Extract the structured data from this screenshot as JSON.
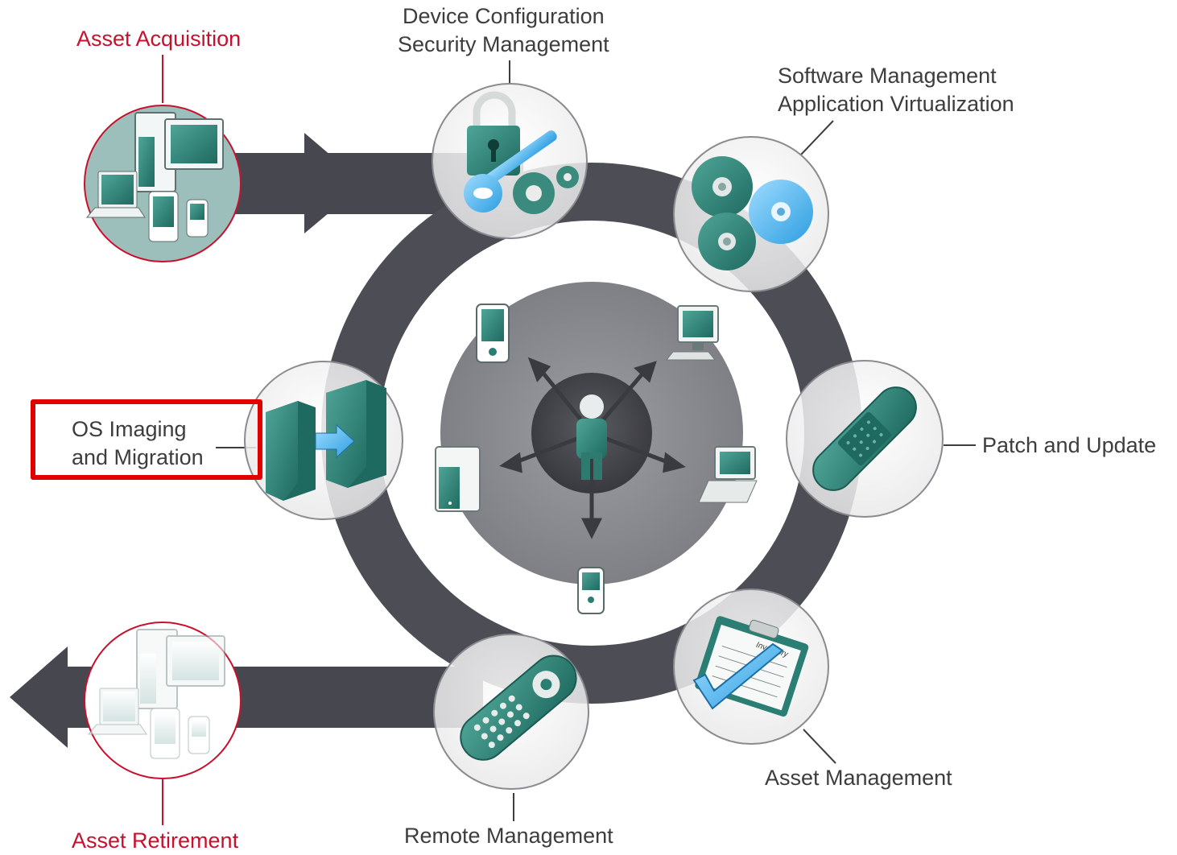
{
  "colors": {
    "ring": "#4d4e55",
    "arrow": "#47484f",
    "accent_red": "#c8102e",
    "highlight": "#e00000",
    "teal": "#2b7e73",
    "center_disc": "#8a8b90"
  },
  "labels": {
    "asset_acquisition": "Asset Acquisition",
    "device_config_line1": "Device Configuration",
    "device_config_line2": "Security Management",
    "software_line1": "Software Management",
    "software_line2": "Application Virtualization",
    "patch": "Patch and Update",
    "asset_management": "Asset Management",
    "remote_management": "Remote Management",
    "asset_retirement": "Asset Retirement",
    "os_imaging_line1": "OS Imaging",
    "os_imaging_line2": "and Migration"
  },
  "icons": {
    "acquisition": "computer-devices-icon",
    "security": "lock-key-gear-icon",
    "software": "disc-icon",
    "patch": "bandage-icon",
    "asset": "clipboard-checkmark-icon",
    "remote": "remote-control-icon",
    "retirement": "faded-computer-devices-icon",
    "os_imaging": "software-box-migration-icon",
    "center_user": "user-icon",
    "center_pda": "pda-icon",
    "center_monitor": "desktop-monitor-icon",
    "center_server": "server-icon",
    "center_laptop": "laptop-icon",
    "center_phone": "phone-icon"
  },
  "clipboard_text": "Inventory",
  "highlighted_item": "os_imaging"
}
